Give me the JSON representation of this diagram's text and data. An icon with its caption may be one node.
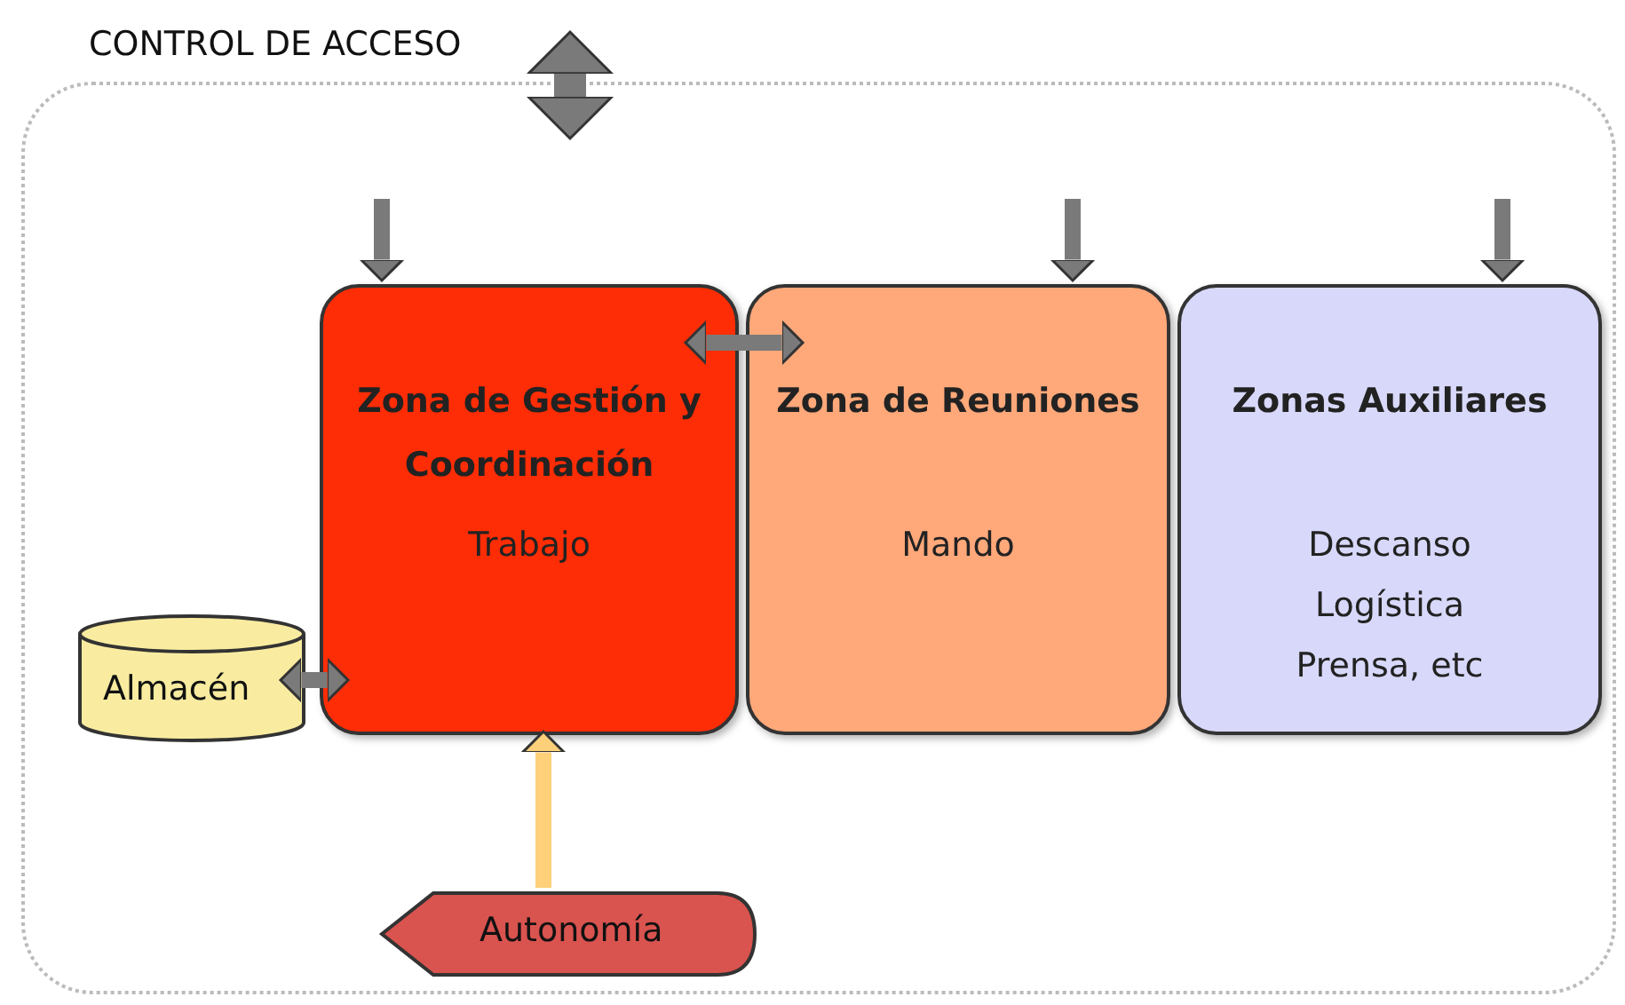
{
  "diagram": {
    "nodes": [
      {
        "text": [
          "CONTROL DE ACCESO"
        ]
      },
      {
        "text": [
          "Zona de Gestión y Coordinación",
          "Trabajo"
        ],
        "in": 0
      },
      {
        "text": [
          "Zona de Reuniones",
          "Mando"
        ],
        "in": 0
      },
      {
        "text": [
          "Zonas Auxiliares",
          "Descanso Logística Prensa, etc"
        ],
        "in": 0
      },
      {
        "text": [
          "Almacén"
        ],
        "in": 0
      },
      {
        "text": [
          "Autonomía"
        ],
        "in": 0
      }
    ],
    "edges": [
      {
        "from": null,
        "to": 0,
        "arrow": "both",
        "style": "thick"
      },
      {
        "from": null,
        "to": 1,
        "arrow": "to"
      },
      {
        "from": null,
        "to": 2,
        "arrow": "to"
      },
      {
        "from": null,
        "to": 3,
        "arrow": "to"
      },
      {
        "from": 1,
        "to": 2,
        "arrow": "both"
      },
      {
        "from": 4,
        "to": 1,
        "arrow": "both"
      },
      {
        "from": 5,
        "to": 1,
        "arrow": "to",
        "color": "#ffd07a"
      }
    ]
  }
}
